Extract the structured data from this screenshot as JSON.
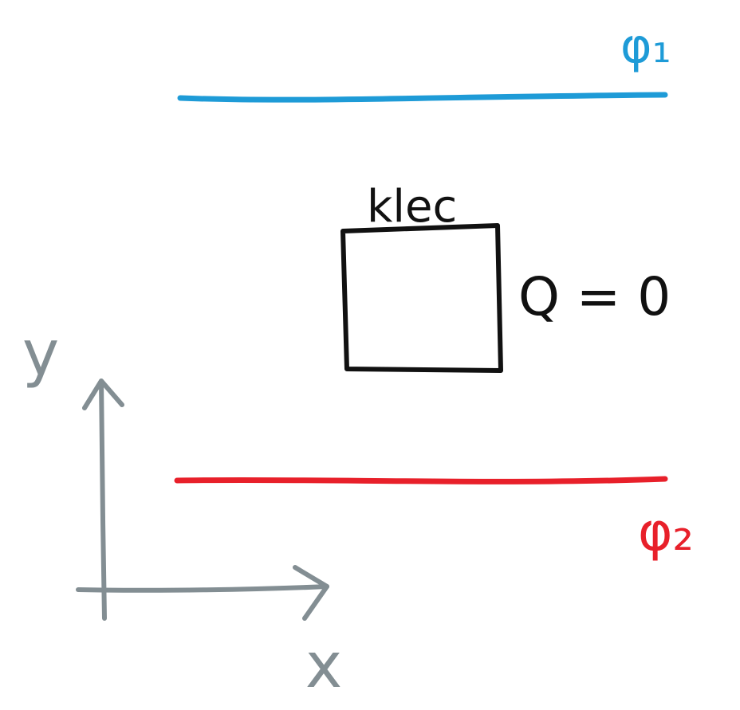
{
  "diagram": {
    "title": "",
    "top_line": {
      "label": "φ₁",
      "color": "#1e9bd7"
    },
    "bottom_line": {
      "label": "φ₂",
      "color": "#e8202a"
    },
    "box": {
      "label": "klec",
      "condition": "Q = 0",
      "color": "#111111"
    },
    "axes": {
      "x_label": "x",
      "y_label": "y",
      "color": "#838e93"
    }
  }
}
